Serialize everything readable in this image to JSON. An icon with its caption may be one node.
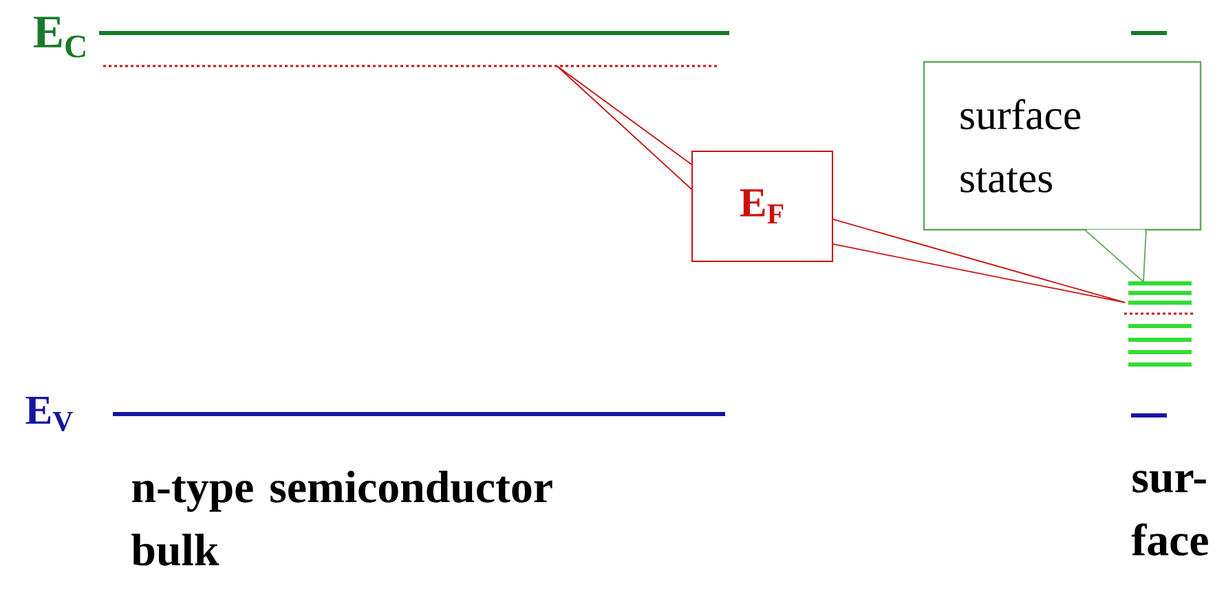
{
  "diagram": {
    "nodes": [
      {
        "text": [
          "E$_{F}$"
        ]
      },
      {
        "text": [
          "surface states"
        ]
      },
      {
        "text": [],
        "shape": "bar"
      },
      {
        "text": [],
        "shape": "bar"
      }
    ],
    "edges": [
      {
        "from": 0,
        "to": 2,
        "arrow": "none",
        "color": "#cc1111"
      },
      {
        "from": 0,
        "to": 3,
        "arrow": "none",
        "color": "#cc1111"
      },
      {
        "from": 1,
        "to": 3,
        "arrow": "none",
        "color": "#5aa85a"
      }
    ],
    "labels": [
      "E$_{C}$",
      "E$_{V}$",
      "n-type semiconductor bulk",
      "sur- face"
    ]
  }
}
